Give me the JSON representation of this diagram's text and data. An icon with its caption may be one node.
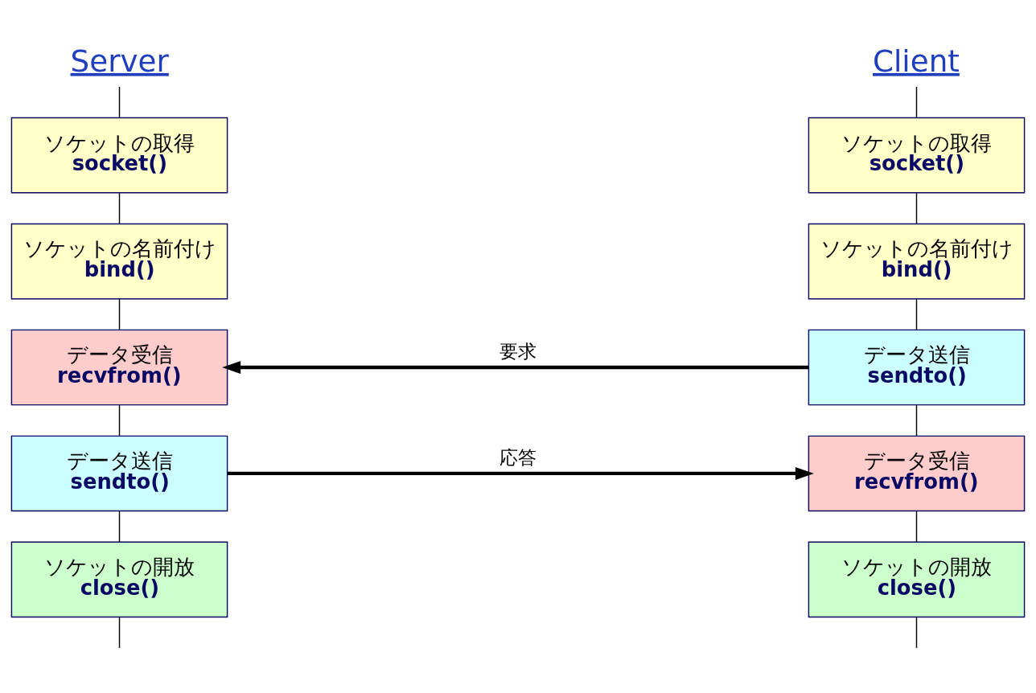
{
  "diagram": {
    "nodes": [
      {
        "text": [
          "Server"
        ]
      },
      {
        "text": [
          "ソケットの取得",
          "socket()"
        ]
      },
      {
        "text": [
          "ソケットの名前付け",
          "bind()"
        ]
      },
      {
        "text": [
          "データ受信",
          "recvfrom()"
        ]
      },
      {
        "text": [
          "データ送信",
          "sendto()"
        ]
      },
      {
        "text": [
          "ソケットの開放",
          "close()"
        ]
      },
      {
        "text": [
          "Client"
        ]
      },
      {
        "text": [
          "ソケットの取得",
          "socket()"
        ]
      },
      {
        "text": [
          "ソケットの名前付け",
          "bind()"
        ]
      },
      {
        "text": [
          "データ送信",
          "sendto()"
        ]
      },
      {
        "text": [
          "データ受信",
          "recvfrom()"
        ]
      },
      {
        "text": [
          "ソケットの開放",
          "close()"
        ]
      }
    ],
    "edges": [
      {
        "from": 0,
        "to": 1,
        "arrow": "none"
      },
      {
        "from": 1,
        "to": 2,
        "arrow": "none"
      },
      {
        "from": 2,
        "to": 3,
        "arrow": "none"
      },
      {
        "from": 3,
        "to": 4,
        "arrow": "none"
      },
      {
        "from": 4,
        "to": 5,
        "arrow": "none"
      },
      {
        "from": 5,
        "to": null,
        "arrow": "none"
      },
      {
        "from": 6,
        "to": 7,
        "arrow": "none"
      },
      {
        "from": 7,
        "to": 8,
        "arrow": "none"
      },
      {
        "from": 8,
        "to": 9,
        "arrow": "none"
      },
      {
        "from": 9,
        "to": 10,
        "arrow": "none"
      },
      {
        "from": 10,
        "to": 11,
        "arrow": "none"
      },
      {
        "from": 11,
        "to": null,
        "arrow": "none"
      },
      {
        "from": 9,
        "to": 3,
        "arrow": "to",
        "label": "要求",
        "style": "thick"
      },
      {
        "from": 4,
        "to": 10,
        "arrow": "to",
        "label": "応答",
        "style": "thick"
      }
    ]
  }
}
